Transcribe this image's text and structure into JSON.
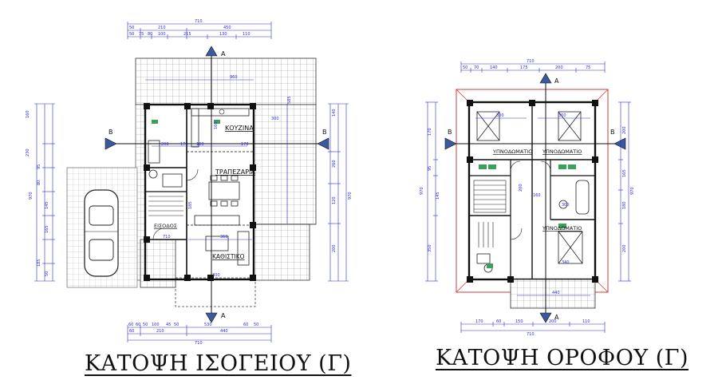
{
  "titles": {
    "ground_floor": "ΚΑΤΟΨΗ ΙΣΟΓΕΙΟΥ (Γ)",
    "upper_floor": "ΚΑΤΟΨΗ ΟΡΟΦΟΥ (Γ)"
  },
  "ground": {
    "rooms": {
      "kitchen": "ΚΟΥΖΙΝΑ",
      "dining": "ΤΡΑΠΕΖΑΡΙΑ",
      "entrance": "ΕΙΣΟΔΟΣ",
      "living": "ΚΑΘΙΣΤΙΚΟ"
    },
    "section_marks": {
      "a": "A",
      "b": "B"
    },
    "dims_top": {
      "total": "710",
      "row2": [
        "50",
        "210",
        "450"
      ],
      "row3": [
        "50",
        "75",
        "80",
        "100",
        "215",
        "130",
        "110"
      ]
    },
    "dims_bottom": {
      "row1": [
        "60",
        "60",
        "50",
        "100",
        "45",
        "50",
        "530",
        "60",
        "50"
      ],
      "row2": [
        "60",
        "210",
        "440"
      ],
      "total": "710"
    },
    "dims_left": [
      "160",
      "230",
      "95",
      "80",
      "145",
      "165",
      "185",
      "50",
      "970"
    ],
    "dims_right": [
      "140",
      "260",
      "120",
      "200",
      "970"
    ],
    "inner": [
      "960",
      "585",
      "300",
      "200",
      "170",
      "180",
      "170",
      "185",
      "360",
      "710",
      "160",
      "300"
    ]
  },
  "upper": {
    "rooms": {
      "bedroom1": "ΥΠΝΟΔΩΜΑΤΙΟ",
      "bedroom2": "ΥΠΝΟΔΩΜΑΤΙΟ",
      "bedroom3": "ΥΠΝΟΔΩΜΑΤΙΟ"
    },
    "section_marks": {
      "a": "A",
      "b": "B"
    },
    "dims_top": {
      "total": "710",
      "row2": [
        "50",
        "70",
        "140",
        "175",
        "200",
        "75"
      ]
    },
    "dims_bottom": {
      "row1": [
        "170",
        "60",
        "150",
        "200",
        "110"
      ],
      "total": "710"
    },
    "dims_left": [
      "170",
      "95",
      "145",
      "350",
      "970"
    ],
    "dims_right": [
      "200",
      "165",
      "180",
      "200",
      "970"
    ],
    "inner": [
      "300",
      "300",
      "300",
      "160",
      "200",
      "340",
      "440"
    ]
  },
  "colors": {
    "lines": "#111111",
    "dims": "#2b2bd6",
    "roof": "#d23a3a",
    "green": "#3aa05a"
  }
}
